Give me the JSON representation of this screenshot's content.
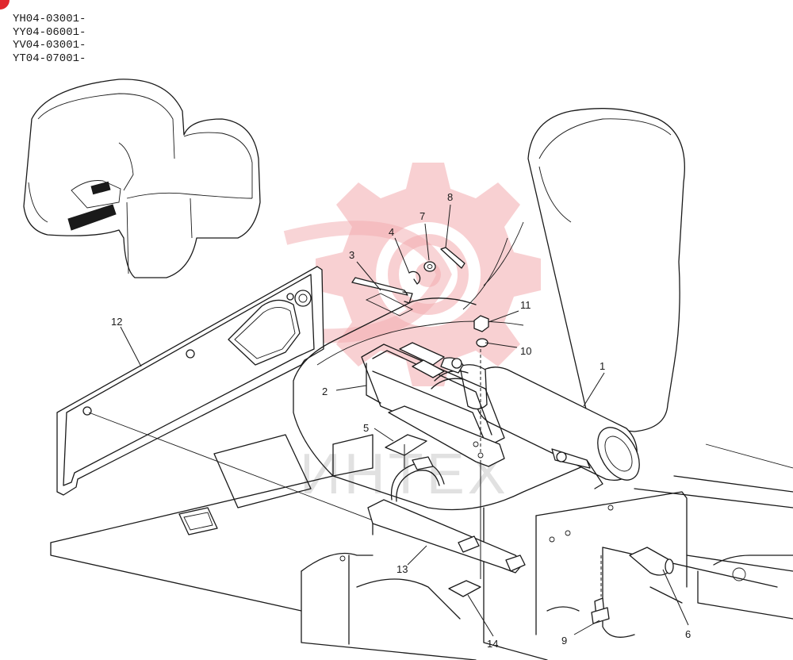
{
  "serial_numbers": [
    "YH04-03001-",
    "YY04-06001-",
    "YV04-03001-",
    "YT04-07001-"
  ],
  "watermark": "ИНТЕХ",
  "colors": {
    "accent": "#e0262d",
    "watermark": "#f2a9ad",
    "line": "#1a1a1a"
  },
  "part_labels": {
    "p1": "1",
    "p2": "2",
    "p3": "3",
    "p4": "4",
    "p5": "5",
    "p6": "6",
    "p7": "7",
    "p8": "8",
    "p9": "9",
    "p10": "10",
    "p11": "11",
    "p12": "12",
    "p13": "13",
    "p14": "14"
  }
}
